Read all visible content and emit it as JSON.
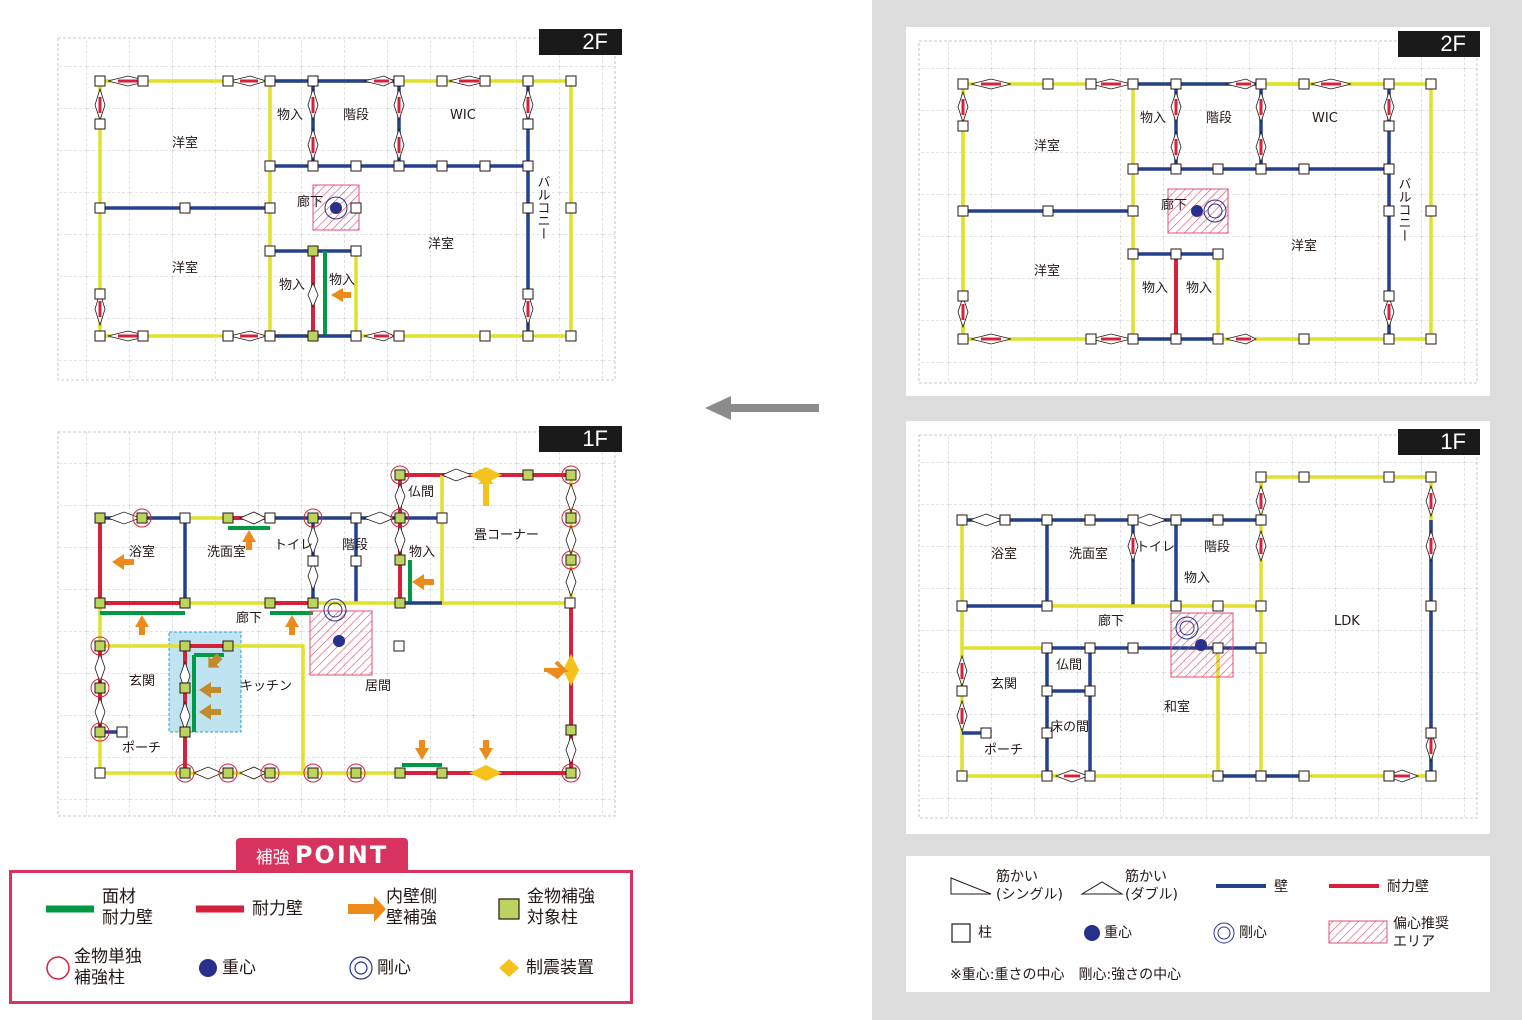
{
  "before": {
    "floor2": {
      "tag": "2F",
      "rooms": {
        "western1": "洋室",
        "western2": "洋室",
        "western3": "洋室",
        "storage1": "物入",
        "storage2": "物入",
        "storage3": "物入",
        "stairs": "階段",
        "wic": "WIC",
        "hall": "廊下",
        "balcony": "バルコニー"
      }
    },
    "floor1": {
      "tag": "1F",
      "rooms": {
        "bath": "浴室",
        "wash": "洗面室",
        "toilet": "トイレ",
        "stairs": "階段",
        "storage": "物入",
        "hall": "廊下",
        "ldk": "LDK",
        "entrance": "玄関",
        "butsuma": "仏間",
        "tokonoma": "床の間",
        "washitsu": "和室",
        "porch": "ポーチ"
      }
    }
  },
  "after": {
    "floor2": {
      "tag": "2F",
      "rooms": {
        "western1": "洋室",
        "western2": "洋室",
        "western3": "洋室",
        "storage1": "物入",
        "storage2": "物入",
        "storage3": "物入",
        "stairs": "階段",
        "wic": "WIC",
        "hall": "廊下",
        "balcony": "バルコニー"
      }
    },
    "floor1": {
      "tag": "1F",
      "rooms": {
        "butsuma": "仏間",
        "tatami": "畳コーナー",
        "bath": "浴室",
        "wash": "洗面室",
        "toilet": "トイレ",
        "stairs": "階段",
        "storage": "物入",
        "hall": "廊下",
        "entrance": "玄関",
        "kitchen": "キッチン",
        "living": "居間",
        "porch": "ポーチ"
      }
    }
  },
  "point_legend": {
    "tab_a": "補強",
    "tab_b": "POINT",
    "panel_wall_1": "面材",
    "panel_wall_2": "耐力壁",
    "bearing_wall": "耐力壁",
    "inner_1": "内壁側",
    "inner_2": "壁補強",
    "hw_target_1": "金物補強",
    "hw_target_2": "対象柱",
    "hw_single_1": "金物単独",
    "hw_single_2": "補強柱",
    "gravity": "重心",
    "rigidity": "剛心",
    "damper": "制震装置"
  },
  "legend": {
    "brace_single_1": "筋かい",
    "brace_single_2": "(シングル)",
    "brace_double_1": "筋かい",
    "brace_double_2": "(ダブル)",
    "wall": "壁",
    "bearing_wall": "耐力壁",
    "column": "柱",
    "gravity": "重心",
    "rigidity": "剛心",
    "eccentric_1": "偏心推奨",
    "eccentric_2": "エリア",
    "note": "※重心:重さの中心　剛心:強さの中心"
  },
  "colors": {
    "yellow_wall": "#e1e12b",
    "blue_wall": "#25408f",
    "red_wall": "#d6213a",
    "green_wall": "#009a44",
    "orange_arrow": "#ee8a1a",
    "target_column": "#bcd35f",
    "damper": "#f5c21b",
    "point_pink": "#d7335e",
    "gravity_dot": "#27318b",
    "background_gray": "#dcdcdc"
  }
}
